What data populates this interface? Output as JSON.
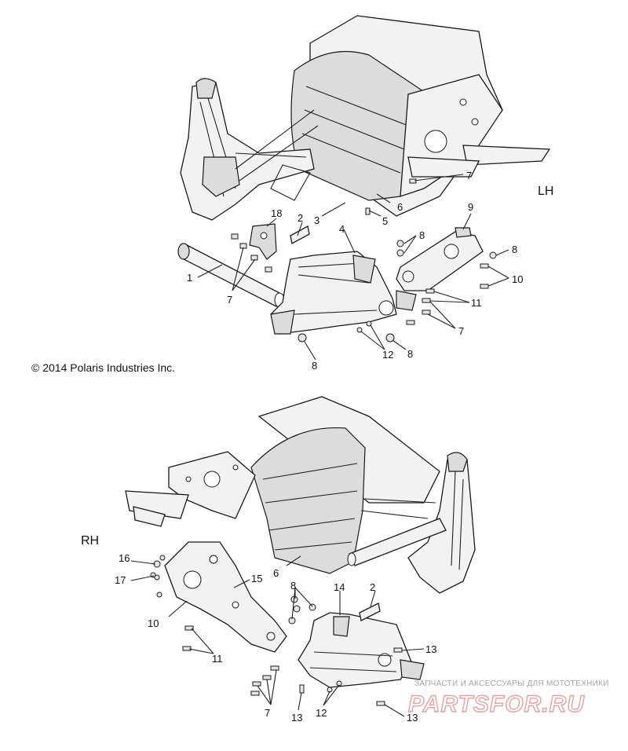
{
  "copyright": "© 2014 Polaris Industries Inc.",
  "views": {
    "top": {
      "side_label": "LH"
    },
    "bottom": {
      "side_label": "RH"
    }
  },
  "callouts": {
    "top": [
      "1",
      "2",
      "3",
      "4",
      "5",
      "6",
      "7",
      "7",
      "7",
      "8",
      "8",
      "8",
      "8",
      "8",
      "9",
      "10",
      "11",
      "12",
      "18"
    ],
    "bottom": [
      "2",
      "6",
      "7",
      "8",
      "10",
      "11",
      "12",
      "13",
      "13",
      "13",
      "14",
      "15",
      "16",
      "17"
    ]
  },
  "watermark": {
    "tagline": "ЗАПЧАСТИ И АКСЕССУАРЫ ДЛЯ МОТОТЕХНИКИ",
    "brand": "PARTSFOR.RU"
  }
}
